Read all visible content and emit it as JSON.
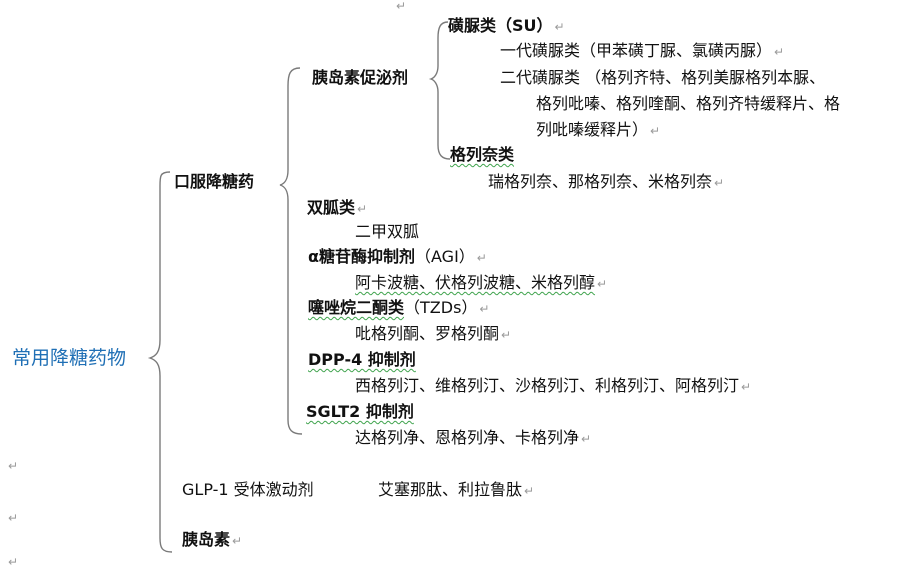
{
  "root": "常用降糖药物",
  "oral": {
    "label": "口服降糖药",
    "secretagogues": {
      "label": "胰岛素促泌剂",
      "su": {
        "label": "磺脲类（SU）",
        "gen1": "一代磺脲类（甲苯磺丁脲、氯磺丙脲）",
        "gen2_line1": "二代磺脲类 （格列齐特、格列美脲格列本脲、",
        "gen2_line2": "格列吡嗪、格列喹酮、格列齐特缓释片、格",
        "gen2_line3": "列吡嗪缓释片）"
      },
      "glinides": {
        "label": "格列奈类",
        "drugs": "瑞格列奈、那格列奈、米格列奈"
      }
    },
    "biguanides": {
      "label": "双胍类",
      "drugs": "二甲双胍"
    },
    "agi": {
      "label": "α糖苷酶抑制剂",
      "abbr": "（AGI）",
      "drugs": "阿卡波糖、伏格列波糖、米格列醇"
    },
    "tzd": {
      "label": "噻唑烷二酮类",
      "abbr": "（TZDs）",
      "drugs": "吡格列酮、罗格列酮"
    },
    "dpp4": {
      "label": "DPP-4 抑制剂",
      "drugs": "西格列汀、维格列汀、沙格列汀、利格列汀、阿格列汀"
    },
    "sglt2": {
      "label": "SGLT2 抑制剂",
      "drugs": "达格列净、恩格列净、卡格列净"
    }
  },
  "glp1": {
    "label": "GLP-1 受体激动剂",
    "drugs": "艾塞那肽、利拉鲁肽"
  },
  "insulin": {
    "label": "胰岛素"
  },
  "paragraph_mark": "↵"
}
